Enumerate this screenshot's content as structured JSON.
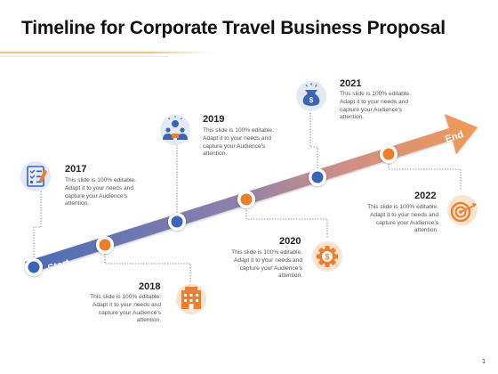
{
  "slide": {
    "title": "Timeline for Corporate Travel Business Proposal",
    "page_number": "1"
  },
  "arrow": {
    "start_label": "Start",
    "end_label": "End",
    "gradient_start": "#4f6fb8",
    "gradient_mid": "#b98aa0",
    "gradient_end": "#ef9a56"
  },
  "colors": {
    "blue": "#3a64b7",
    "orange": "#ee7d2c",
    "icon_bg": "#e4eaf5",
    "icon_bg_orange": "#fbe3cf"
  },
  "milestones": [
    {
      "year": "2017",
      "text": "This slide is 100% editable. Adapt it to your needs and capture your Audience's attention.",
      "icon": "checklist-icon"
    },
    {
      "year": "2018",
      "text": "This slide is 100% editable. Adapt it to your needs and capture your Audience's attention.",
      "icon": "building-icon"
    },
    {
      "year": "2019",
      "text": "This slide is 100% editable. Adapt it to your needs and capture your Audience's attention.",
      "icon": "team-idea-icon"
    },
    {
      "year": "2020",
      "text": "This slide is 100% editable. Adapt it to your needs and capture your Audience's attention.",
      "icon": "dollar-gear-icon"
    },
    {
      "year": "2021",
      "text": "This slide is 100% editable. Adapt it to your needs and capture your Audience's attention.",
      "icon": "money-bag-icon"
    },
    {
      "year": "2022",
      "text": "This slide is 100% editable. Adapt it to your needs and capture your Audience's attention.",
      "icon": "target-icon"
    }
  ]
}
